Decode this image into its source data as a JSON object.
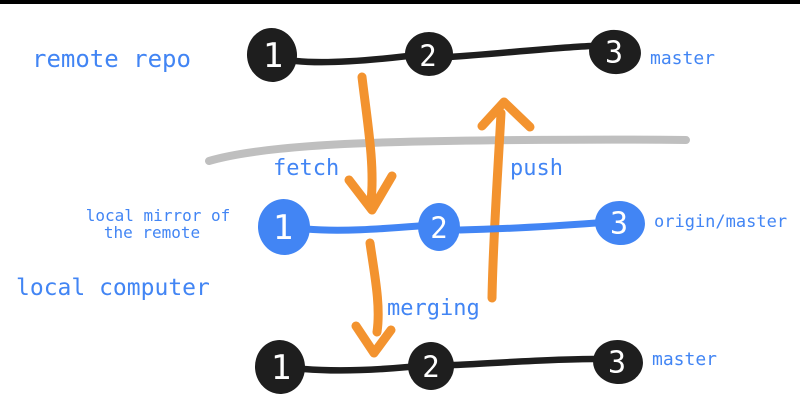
{
  "colors": {
    "blue": "#4285F4",
    "orange": "#F3932F",
    "black": "#1E1E1E",
    "gray": "#BFBFBF",
    "white": "#FFFFFF",
    "background": "#FFFFFF",
    "top_border": "#000000"
  },
  "diagram": {
    "labels": {
      "remote_repo": "remote repo",
      "local_computer": "local computer",
      "local_mirror_line1": "local mirror of",
      "local_mirror_line2": "the remote",
      "fetch": "fetch",
      "push": "push",
      "merging": "merging"
    },
    "rows": {
      "remote": {
        "branch_label": "master",
        "commits": [
          "1",
          "2",
          "3"
        ]
      },
      "mirror": {
        "branch_label": "origin/master",
        "commits": [
          "1",
          "2",
          "3"
        ]
      },
      "local": {
        "branch_label": "master",
        "commits": [
          "1",
          "2",
          "3"
        ]
      }
    }
  }
}
